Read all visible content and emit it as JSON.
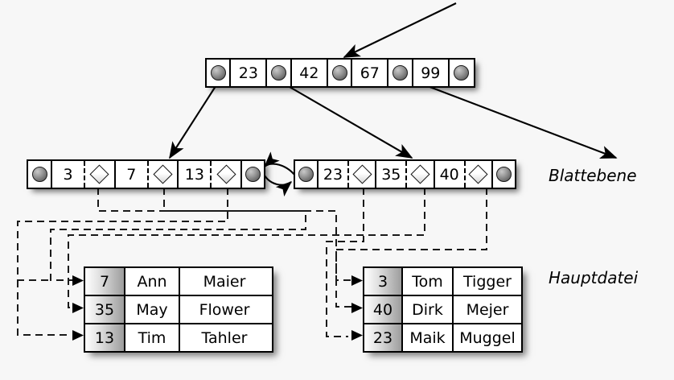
{
  "diagram": {
    "title": "B+ Baum Index mit Blattebene und Hauptdatei",
    "background_color": "#f7f7f7",
    "line_color": "#000000",
    "captions": [
      {
        "name": "blattebene",
        "text": "Blattebene"
      },
      {
        "name": "hauptdatei",
        "text": "Hauptdatei"
      }
    ]
  },
  "root_node": {
    "name": "root-index-node",
    "keys": [
      "23",
      "42",
      "67",
      "99"
    ],
    "pointer_count": 5,
    "pointer_icon": "filled-circle-pointer-icon"
  },
  "leaf_nodes": [
    {
      "name": "leaf-node-left",
      "prev_pointer_icon": "filled-circle-pointer-icon",
      "next_pointer_icon": "filled-circle-pointer-icon",
      "entries": [
        {
          "key": "3",
          "record_pointer_icon": "diamond-record-pointer-icon"
        },
        {
          "key": "7",
          "record_pointer_icon": "diamond-record-pointer-icon"
        },
        {
          "key": "13",
          "record_pointer_icon": "diamond-record-pointer-icon"
        }
      ]
    },
    {
      "name": "leaf-node-right",
      "prev_pointer_icon": "filled-circle-pointer-icon",
      "next_pointer_icon": "filled-circle-pointer-icon",
      "entries": [
        {
          "key": "23",
          "record_pointer_icon": "diamond-record-pointer-icon"
        },
        {
          "key": "35",
          "record_pointer_icon": "diamond-record-pointer-icon"
        },
        {
          "key": "40",
          "record_pointer_icon": "diamond-record-pointer-icon"
        }
      ]
    }
  ],
  "main_file_tables": [
    {
      "name": "main-file-table-left",
      "rows": [
        {
          "key": "7",
          "first_name": "Ann",
          "last_name": "Maier"
        },
        {
          "key": "35",
          "first_name": "May",
          "last_name": "Flower"
        },
        {
          "key": "13",
          "first_name": "Tim",
          "last_name": "Tahler"
        }
      ]
    },
    {
      "name": "main-file-table-right",
      "rows": [
        {
          "key": "3",
          "first_name": "Tom",
          "last_name": "Tigger"
        },
        {
          "key": "40",
          "first_name": "Dirk",
          "last_name": "Mejer"
        },
        {
          "key": "23",
          "first_name": "Maik",
          "last_name": "Muggel"
        }
      ]
    }
  ],
  "connectors": {
    "tree_arrows": "solid-arrow",
    "leaf_chain_arrows": "curved-double-arrow",
    "record_links": "dashed-arrow"
  }
}
